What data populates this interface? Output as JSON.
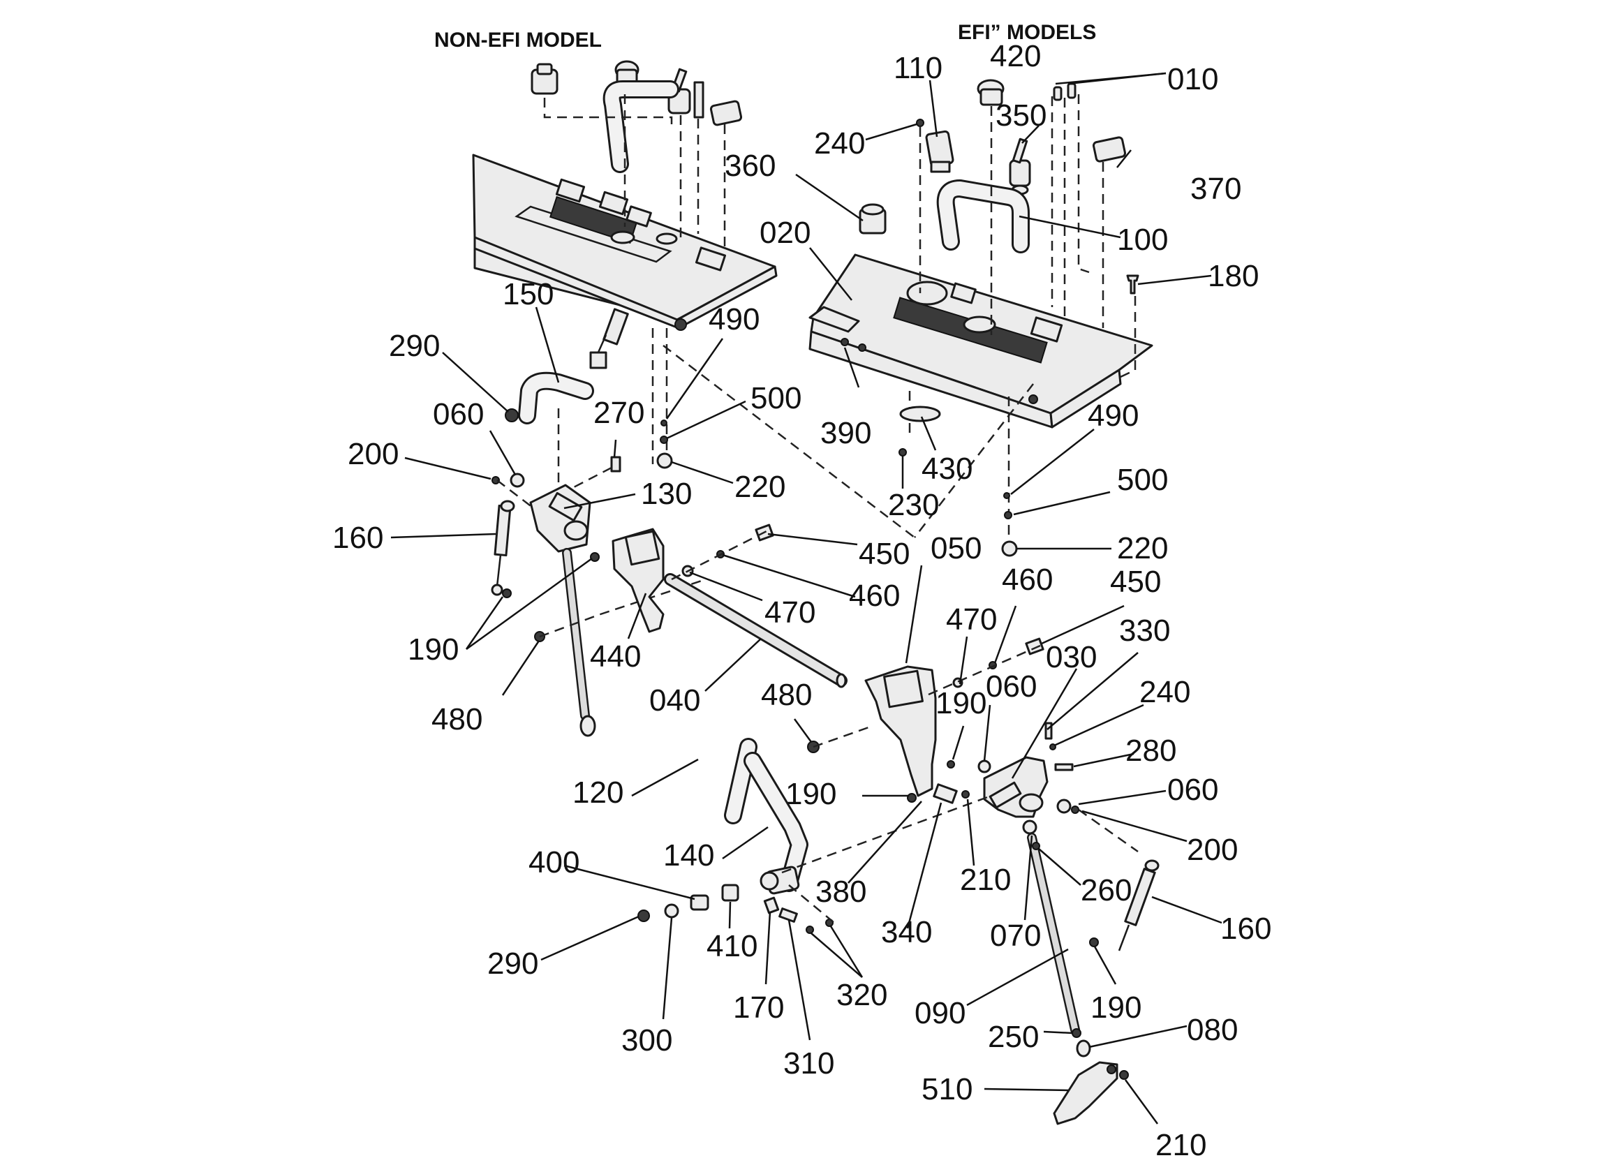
{
  "titles": {
    "non_efi": "NON-EFI MODEL",
    "efi": "EFI” MODELS"
  },
  "labels": [
    {
      "id": "l010",
      "text": "010"
    },
    {
      "id": "l420",
      "text": "420"
    },
    {
      "id": "l110",
      "text": "110"
    },
    {
      "id": "l240a",
      "text": "240"
    },
    {
      "id": "l350",
      "text": "350"
    },
    {
      "id": "l360",
      "text": "360"
    },
    {
      "id": "l370",
      "text": "370"
    },
    {
      "id": "l020",
      "text": "020"
    },
    {
      "id": "l100",
      "text": "100"
    },
    {
      "id": "l180",
      "text": "180"
    },
    {
      "id": "l150",
      "text": "150"
    },
    {
      "id": "l290a",
      "text": "290"
    },
    {
      "id": "l490a",
      "text": "490"
    },
    {
      "id": "l500a",
      "text": "500"
    },
    {
      "id": "l060a",
      "text": "060"
    },
    {
      "id": "l270",
      "text": "270"
    },
    {
      "id": "l200a",
      "text": "200"
    },
    {
      "id": "l220a",
      "text": "220"
    },
    {
      "id": "l130",
      "text": "130"
    },
    {
      "id": "l160a",
      "text": "160"
    },
    {
      "id": "l390",
      "text": "390"
    },
    {
      "id": "l430",
      "text": "430"
    },
    {
      "id": "l230",
      "text": "230"
    },
    {
      "id": "l490b",
      "text": "490"
    },
    {
      "id": "l500b",
      "text": "500"
    },
    {
      "id": "l220b",
      "text": "220"
    },
    {
      "id": "l450a",
      "text": "450"
    },
    {
      "id": "l050",
      "text": "050"
    },
    {
      "id": "l460a",
      "text": "460"
    },
    {
      "id": "l460b",
      "text": "460"
    },
    {
      "id": "l450b",
      "text": "450"
    },
    {
      "id": "l190a",
      "text": "190"
    },
    {
      "id": "l440",
      "text": "440"
    },
    {
      "id": "l470a",
      "text": "470"
    },
    {
      "id": "l470b",
      "text": "470"
    },
    {
      "id": "l330",
      "text": "330"
    },
    {
      "id": "l030",
      "text": "030"
    },
    {
      "id": "l060b",
      "text": "060"
    },
    {
      "id": "l480a",
      "text": "480"
    },
    {
      "id": "l040",
      "text": "040"
    },
    {
      "id": "l480b",
      "text": "480"
    },
    {
      "id": "l190b",
      "text": "190"
    },
    {
      "id": "l240b",
      "text": "240"
    },
    {
      "id": "l280",
      "text": "280"
    },
    {
      "id": "l120",
      "text": "120"
    },
    {
      "id": "l190c",
      "text": "190"
    },
    {
      "id": "l060c",
      "text": "060"
    },
    {
      "id": "l200b",
      "text": "200"
    },
    {
      "id": "l140",
      "text": "140"
    },
    {
      "id": "l400",
      "text": "400"
    },
    {
      "id": "l380",
      "text": "380"
    },
    {
      "id": "l210a",
      "text": "210"
    },
    {
      "id": "l260",
      "text": "260"
    },
    {
      "id": "l160b",
      "text": "160"
    },
    {
      "id": "l290b",
      "text": "290"
    },
    {
      "id": "l410",
      "text": "410"
    },
    {
      "id": "l340",
      "text": "340"
    },
    {
      "id": "l070",
      "text": "070"
    },
    {
      "id": "l320",
      "text": "320"
    },
    {
      "id": "l170",
      "text": "170"
    },
    {
      "id": "l190d",
      "text": "190"
    },
    {
      "id": "l090",
      "text": "090"
    },
    {
      "id": "l300",
      "text": "300"
    },
    {
      "id": "l080",
      "text": "080"
    },
    {
      "id": "l250",
      "text": "250"
    },
    {
      "id": "l310",
      "text": "310"
    },
    {
      "id": "l510",
      "text": "510"
    },
    {
      "id": "l210b",
      "text": "210"
    }
  ]
}
